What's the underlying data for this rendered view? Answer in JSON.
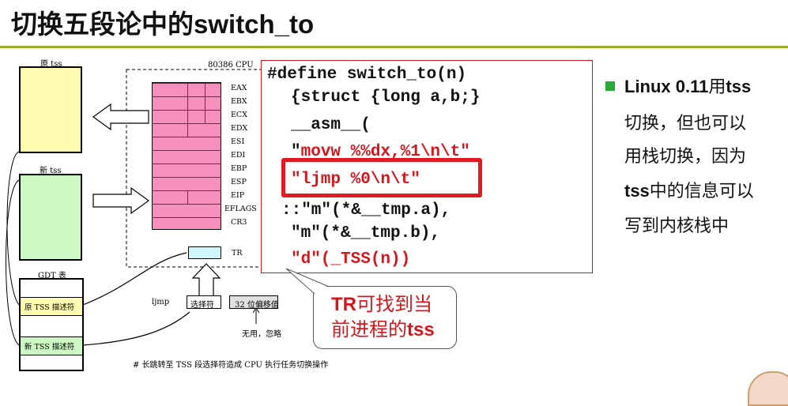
{
  "slide": {
    "title": "切换五段论中的switch_to"
  },
  "diagram": {
    "old_tss_label": "原 tss",
    "new_tss_label": "新 tss",
    "cpu_label": "80386 CPU",
    "registers": [
      "EAX",
      "EBX",
      "ECX",
      "EDX",
      "ESI",
      "EDI",
      "EBP",
      "ESP",
      "EIP",
      "EFLAGS",
      "CR3"
    ],
    "tr_label": "TR",
    "gdt_label": "GDT 表",
    "old_tss_desc": "原 TSS 描述符",
    "new_tss_desc": "新 TSS 描述符",
    "ljmp_label": "ljmp",
    "selector_label": "选择符",
    "offset_label": "32 位偏移值",
    "unused_label": "无用，忽略",
    "caption": "# 长跳转至 TSS 段选择符造成 CPU 执行任务切换操作"
  },
  "code": {
    "lines": [
      "#define switch_to(n)",
      "{struct {long a,b;}",
      "__asm__(",
      "\"movw %%dx,%1\\n\\t\"",
      "\"ljmp %0\\n\\t\"",
      "::\"m\"(*&__tmp.a),",
      "\"m\"(*&__tmp.b),",
      "\"d\"(_TSS(n))"
    ]
  },
  "callout": {
    "line1_bold": "TR",
    "line1_rest": "可找到当",
    "line2_pre": "前进程的",
    "line2_bold": "tss"
  },
  "bullet": {
    "l1_bold": "Linux 0.11",
    "l1_mid": "用",
    "l1_bold2": "tss",
    "l2": "切换，但也可以",
    "l3": "用栈切换，因为",
    "l4_bold": "tss",
    "l4_rest": "中的信息可以",
    "l5": "写到内核栈中"
  },
  "colors": {
    "accent_rule": "#9bab27",
    "code_red": "#d4161d",
    "register_pink": "#f58fbc",
    "old_tss_yellow": "#fffbb0",
    "new_tss_green": "#cdf7c3",
    "tr_cyan": "#cdf6ff",
    "bullet_green": "#2aa838"
  }
}
